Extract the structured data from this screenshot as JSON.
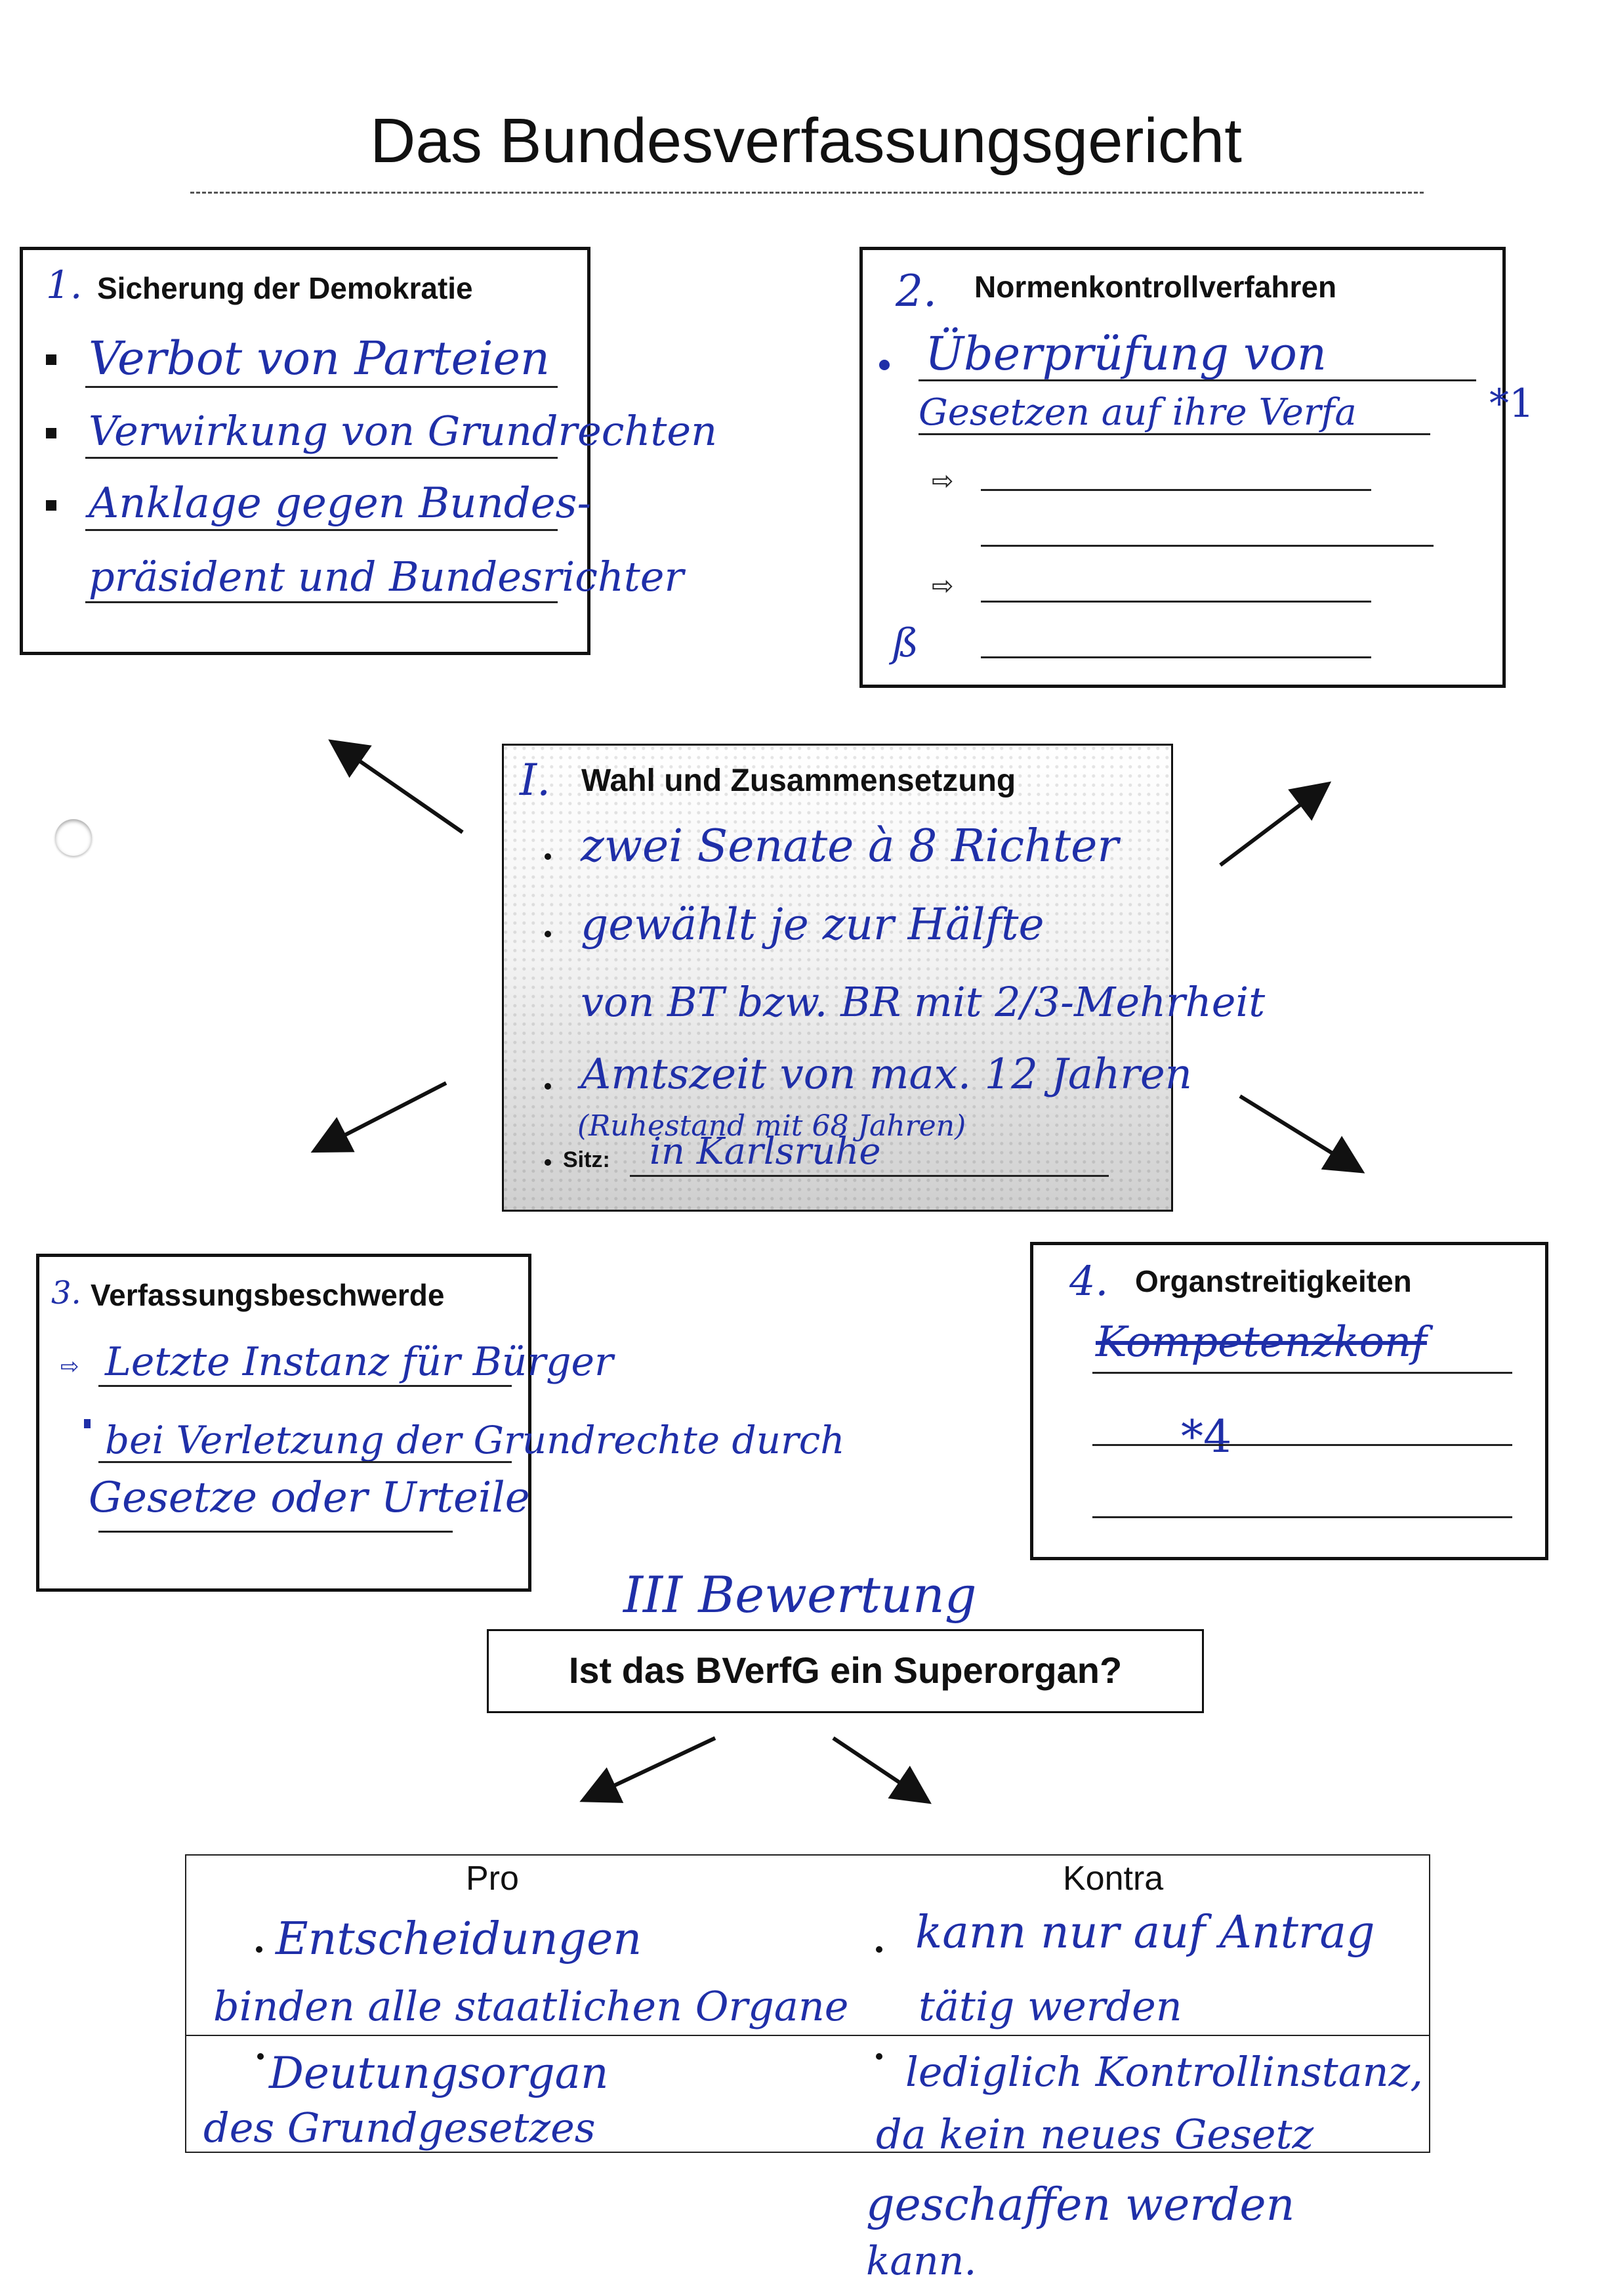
{
  "title": "Das Bundesverfassungsgericht",
  "box1": {
    "number": "1.",
    "heading": "Sicherung der Demokratie",
    "items": [
      "Verbot von Parteien",
      "Verwirkung von Grundrechten",
      "Anklage gegen Bundes-",
      "präsident und Bundesrichter"
    ]
  },
  "box2": {
    "number": "2.",
    "heading": "Normenkontrollverfahren",
    "hw_line1": "Überprüfung von",
    "hw_line2": "Gesetzen auf ihre Verfa",
    "hw_mark": "*1",
    "side_mark": "ß"
  },
  "center": {
    "number": "I.",
    "heading": "Wahl und Zusammensetzung",
    "line1": "zwei Senate à 8 Richter",
    "line2": "gewählt je zur Hälfte",
    "line3": "von BT bzw. BR mit 2/3-Mehrheit",
    "line4": "Amtszeit von max. 12 Jahren",
    "line5": "(Ruhestand mit 68 Jahren)",
    "sitz_label": "Sitz:",
    "sitz_value": "in Karlsruhe"
  },
  "box3": {
    "number": "3.",
    "heading": "Verfassungsbeschwerde",
    "line1": "Letzte Instanz für Bürger",
    "line2": "bei Verletzung der Grundrechte durch",
    "line3": "Gesetze oder Urteile"
  },
  "box4": {
    "number": "4.",
    "heading": "Organstreitigkeiten",
    "struck": "Kompetenzkonf",
    "mark": "*4"
  },
  "section3": {
    "label": "III Bewertung",
    "question": "Ist das BVerfG ein Superorgan?"
  },
  "table": {
    "pro_header": "Pro",
    "contra_header": "Kontra",
    "pro1_a": "Entscheidungen",
    "pro1_b": "binden alle staatlichen Organe",
    "contra1_a": "kann nur auf Antrag",
    "contra1_b": "tätig werden",
    "pro2_a": "Deutungsorgan",
    "pro2_b": "des Grundgesetzes",
    "contra2_a": "lediglich Kontrollinstanz,",
    "contra2_b": "da kein neues Gesetz",
    "contra2_c": "geschaffen werden",
    "contra2_d": "kann."
  },
  "colors": {
    "ink_blue": "#1f2fa8",
    "print_black": "#111111"
  }
}
